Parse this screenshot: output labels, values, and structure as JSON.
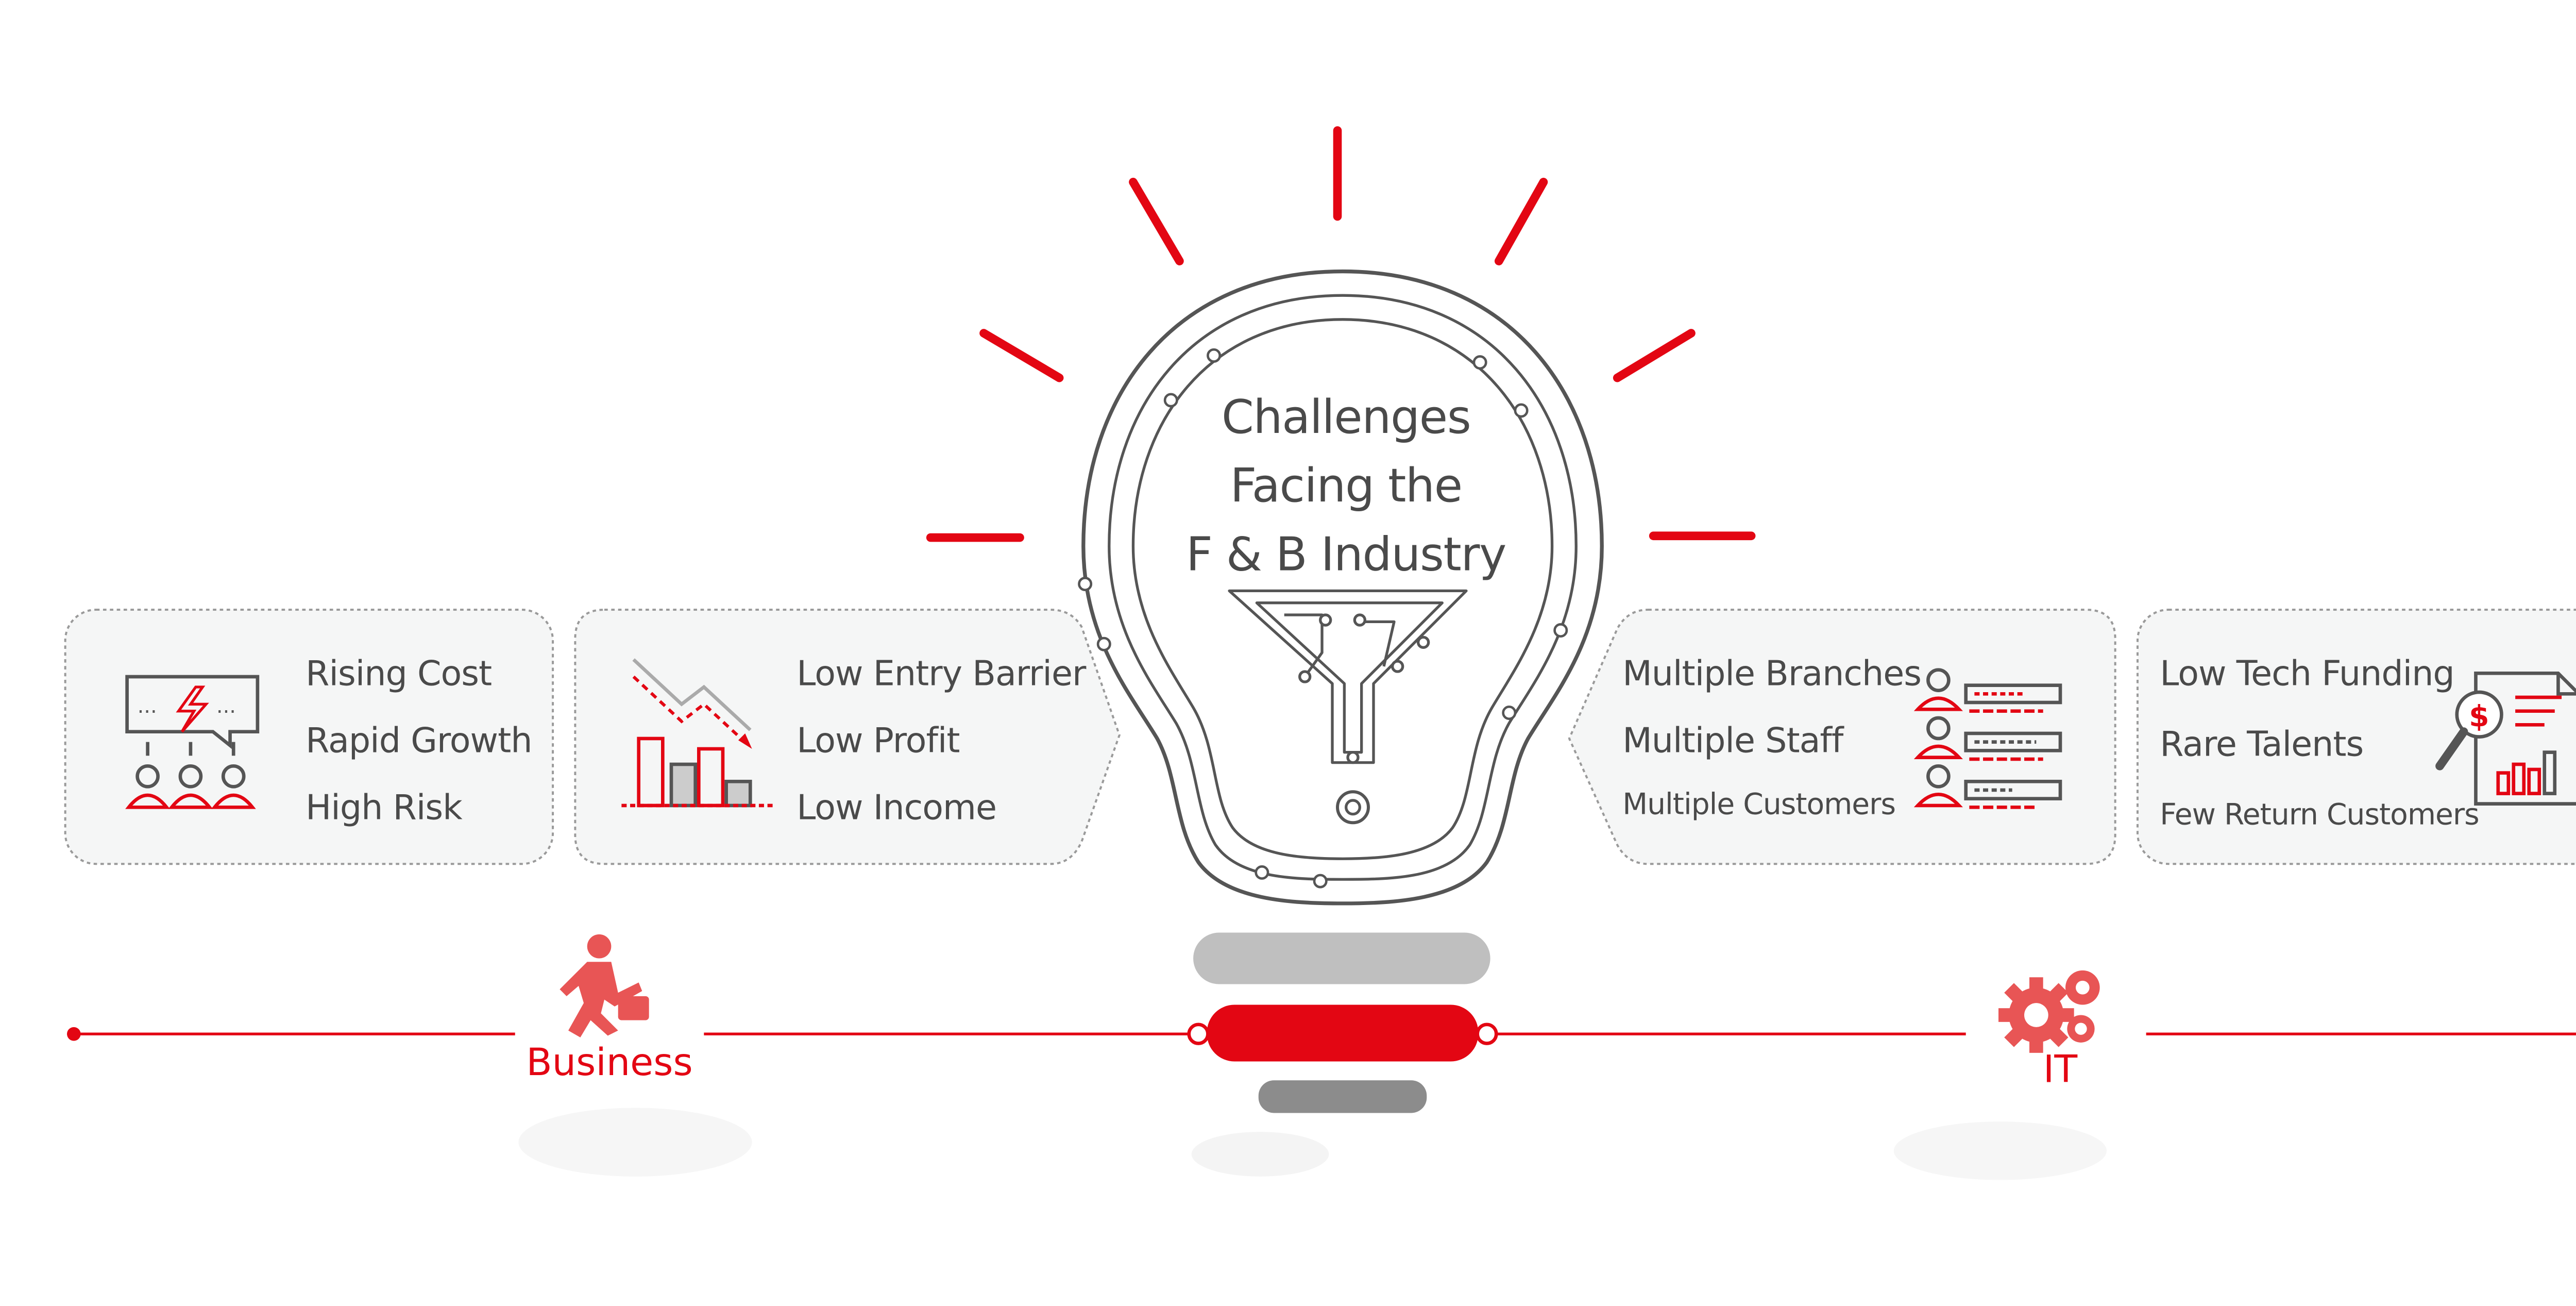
{
  "title": {
    "line1": "Challenges",
    "line2": "Facing the",
    "line3": "F & B Industry"
  },
  "cards": [
    {
      "items": [
        "Rising Cost",
        "Rapid Growth",
        "High Risk"
      ]
    },
    {
      "items": [
        "Low Entry Barrier",
        "Low Profit",
        "Low Income"
      ]
    },
    {
      "items": [
        "Multiple Branches",
        "Multiple Staff",
        "Multiple Customers"
      ]
    },
    {
      "items": [
        "Low Tech Funding",
        "Rare Talents",
        "Few Return Customers"
      ]
    }
  ],
  "categories": {
    "business": "Business",
    "it": "IT"
  },
  "colors": {
    "accent": "#e30613",
    "text": "#4a4a4a",
    "card_bg": "#f5f5f5",
    "bulb_base_light": "#bdbdbd",
    "bulb_base_dark": "#8a8a8a"
  },
  "icons": {
    "card1": "meeting-conflict-icon",
    "card2": "declining-chart-icon",
    "card3": "staff-list-icon",
    "card4": "financial-analysis-icon",
    "business": "running-businessman-icon",
    "it": "gears-icon"
  }
}
